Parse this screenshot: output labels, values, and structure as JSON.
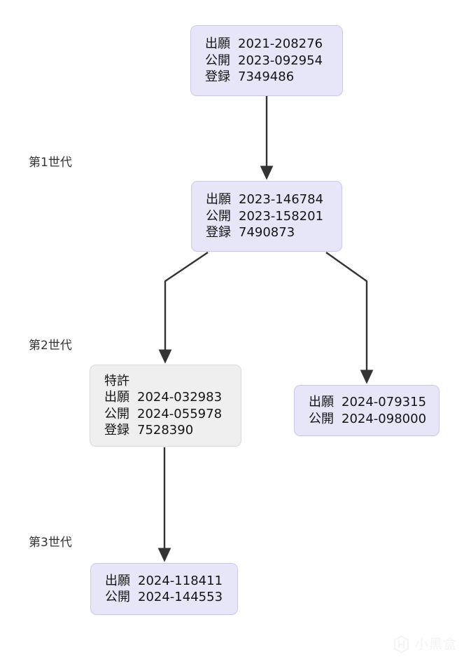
{
  "diagram": {
    "type": "patent-family-tree",
    "generations": [
      {
        "id": "gen1",
        "label": "第1世代"
      },
      {
        "id": "gen2",
        "label": "第2世代"
      },
      {
        "id": "gen3",
        "label": "第3世代"
      }
    ],
    "nodes": [
      {
        "id": "gen1-root",
        "style": "lavender",
        "lines": [
          {
            "key": "出願",
            "value": "2021-208276"
          },
          {
            "key": "公開",
            "value": "2023-092954"
          },
          {
            "key": "登録",
            "value": "7349486"
          }
        ]
      },
      {
        "id": "gen1-child",
        "style": "lavender",
        "lines": [
          {
            "key": "出願",
            "value": "2023-146784"
          },
          {
            "key": "公開",
            "value": "2023-158201"
          },
          {
            "key": "登録",
            "value": "7490873"
          }
        ]
      },
      {
        "id": "gen2-left",
        "style": "gray",
        "heading": "特許",
        "lines": [
          {
            "key": "出願",
            "value": "2024-032983"
          },
          {
            "key": "公開",
            "value": "2024-055978"
          },
          {
            "key": "登録",
            "value": "7528390"
          }
        ]
      },
      {
        "id": "gen2-right",
        "style": "lavender",
        "lines": [
          {
            "key": "出願",
            "value": "2024-079315"
          },
          {
            "key": "公開",
            "value": "2024-098000"
          }
        ]
      },
      {
        "id": "gen3",
        "style": "lavender",
        "lines": [
          {
            "key": "出願",
            "value": "2024-118411"
          },
          {
            "key": "公開",
            "value": "2024-144553"
          }
        ]
      }
    ],
    "edges": [
      {
        "from": "gen1-root",
        "to": "gen1-child"
      },
      {
        "from": "gen1-child",
        "to": "gen2-left"
      },
      {
        "from": "gen1-child",
        "to": "gen2-right"
      },
      {
        "from": "gen2-left",
        "to": "gen3"
      }
    ],
    "colors": {
      "node_fill": "#e6e6f8",
      "node_border": "#c9c9ee",
      "node_fill_highlight": "#efefef",
      "node_border_highlight": "#d9d9d9",
      "edge": "#333333",
      "text": "#141414",
      "label_text": "#333333",
      "background": "#ffffff"
    }
  },
  "watermark": {
    "text": "小黑盒",
    "icon": "heybox-logo-icon"
  }
}
